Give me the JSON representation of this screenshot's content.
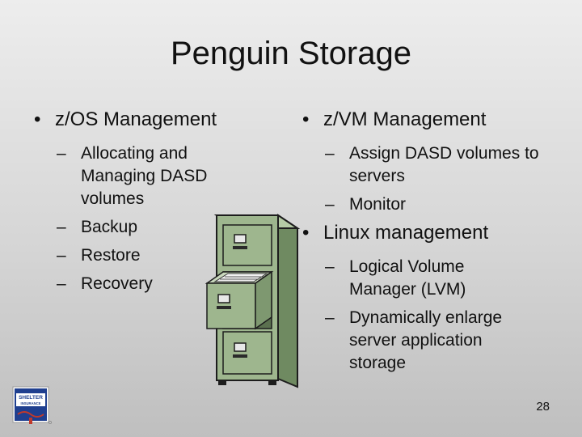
{
  "slide": {
    "title": "Penguin Storage",
    "page_number": "28",
    "left": {
      "heading": "z/OS Management",
      "items": [
        "Allocating and Managing DASD volumes",
        "Backup",
        "Restore",
        "Recovery"
      ]
    },
    "right": {
      "heading": "z/VM Management",
      "items": [
        "Assign DASD volumes to servers",
        "Monitor"
      ],
      "heading2": "Linux management",
      "items2": [
        "Logical Volume Manager (LVM)",
        "Dynamically enlarge server application storage"
      ]
    },
    "logo": {
      "name": "shelter-insurance-logo",
      "text_line1": "SHELTER",
      "text_line2": "INSURANCE"
    }
  }
}
